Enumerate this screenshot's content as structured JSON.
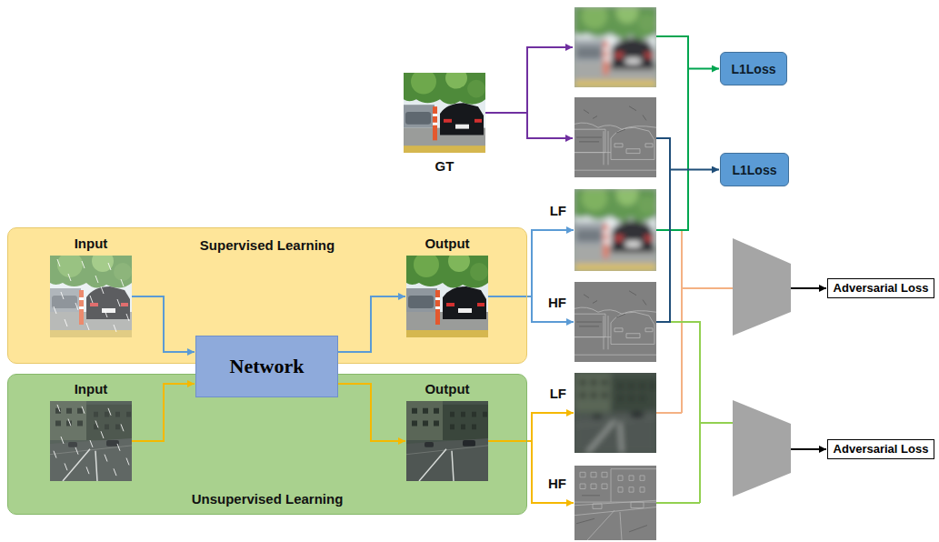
{
  "diagram": {
    "nodes": [
      {
        "text": [
          "GT"
        ]
      },
      {
        "text": [
          "L1Loss"
        ]
      },
      {
        "text": [
          "L1Loss"
        ]
      },
      {
        "text": [
          "Supervised Learning"
        ]
      },
      {
        "text": [
          "Input"
        ],
        "in": 3
      },
      {
        "text": [
          "Output"
        ],
        "in": 3
      },
      {
        "text": [
          "Network"
        ]
      },
      {
        "text": [
          "Unsupervised Learning"
        ]
      },
      {
        "text": [
          "Input"
        ],
        "in": 7
      },
      {
        "text": [
          "Output"
        ],
        "in": 7
      },
      {
        "text": [
          "LF"
        ]
      },
      {
        "text": [
          "HF"
        ]
      },
      {
        "text": [
          "LF"
        ]
      },
      {
        "text": [
          "HF"
        ]
      },
      {
        "text": [
          "Adversarial Loss"
        ]
      },
      {
        "text": [
          "Adversarial Loss"
        ]
      }
    ],
    "edges": [
      {
        "from": 4,
        "to": 6,
        "arrow": "to"
      },
      {
        "from": 6,
        "to": 5,
        "arrow": "to"
      },
      {
        "from": 8,
        "to": 6,
        "arrow": "to"
      },
      {
        "from": 6,
        "to": 9,
        "arrow": "to"
      },
      {
        "from": 5,
        "to": 10,
        "arrow": "to"
      },
      {
        "from": 5,
        "to": 11,
        "arrow": "to"
      },
      {
        "from": 9,
        "to": 12,
        "arrow": "to"
      },
      {
        "from": 9,
        "to": 13,
        "arrow": "to"
      },
      {
        "from": 10,
        "to": 1,
        "arrow": "to"
      },
      {
        "from": 11,
        "to": 2,
        "arrow": "to"
      }
    ]
  }
}
